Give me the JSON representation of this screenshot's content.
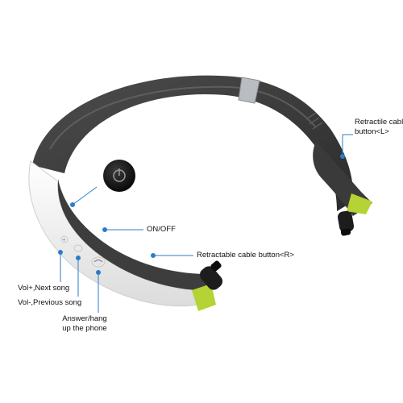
{
  "colors": {
    "band_dark": "#3a3a3a",
    "band_inner": "#4b4b4b",
    "body_white": "#f4f4f4",
    "accent_green": "#b5d334",
    "callout_blue": "#2a7dc9",
    "metal": "#b9bcc0"
  },
  "callouts": {
    "retractile_left": {
      "line1": "Retractile cable",
      "line2": "button<L>"
    },
    "on_off": "ON/OFF",
    "retractile_right": "Retractable cable button<R>",
    "vol_plus": "Vol+,Next song",
    "vol_minus": "Vol-,Previous song",
    "answer": {
      "line1": "Answer/hang",
      "line2": "up the phone"
    }
  },
  "icons": [
    "power-button-closeup-icon",
    "earbud-left-icon",
    "earbud-right-icon",
    "plus-icon",
    "phone-icon"
  ]
}
